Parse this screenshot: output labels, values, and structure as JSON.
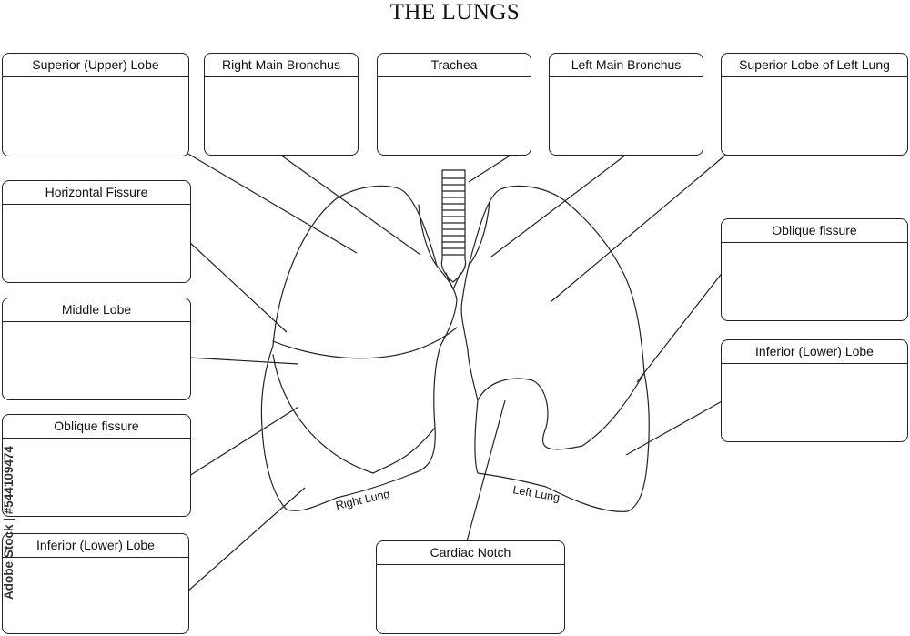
{
  "title": "THE LUNGS",
  "boxes": [
    {
      "label": "Superior (Upper) Lobe",
      "answer": ""
    },
    {
      "label": "Right Main Bronchus",
      "answer": ""
    },
    {
      "label": "Trachea",
      "answer": ""
    },
    {
      "label": "Left Main Bronchus",
      "answer": ""
    },
    {
      "label": "Superior Lobe of Left Lung",
      "answer": ""
    },
    {
      "label": "Horizontal Fissure",
      "answer": ""
    },
    {
      "label": "Middle Lobe",
      "answer": ""
    },
    {
      "label": "Oblique fissure",
      "answer": ""
    },
    {
      "label": "Inferior (Lower) Lobe",
      "answer": ""
    },
    {
      "label": "Oblique fissure",
      "answer": ""
    },
    {
      "label": "Inferior (Lower) Lobe",
      "answer": ""
    },
    {
      "label": "Cardiac Notch",
      "answer": ""
    }
  ],
  "lung_labels": {
    "right": "Right Lung",
    "left": "Left Lung"
  },
  "watermark": "Adobe Stock | #544109474"
}
